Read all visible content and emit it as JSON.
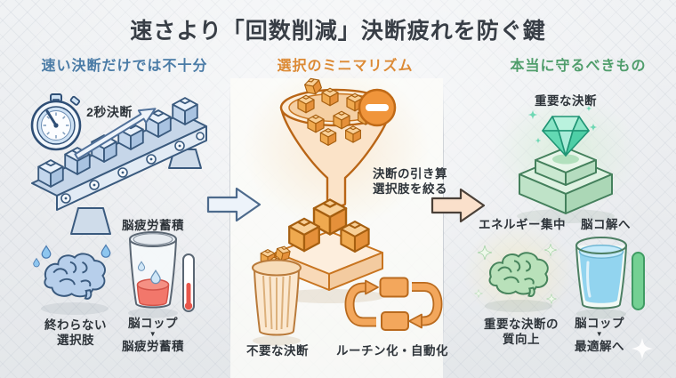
{
  "title": "速さより「回数削減」決断疲れを防ぐ鍵",
  "palette": {
    "background": "#edeff2",
    "title_text": "#383e46",
    "left_accent": "#4a7ba6",
    "middle_accent": "#dc8a35",
    "right_accent": "#4f9d6b",
    "caption_text": "#2e343a",
    "blue_stroke": "#3a5a7e",
    "orange_stroke": "#c8741f",
    "green_stroke": "#44805c",
    "red_liquid": "#f2776b",
    "water_blue": "#92d4ef",
    "gauge_green": "#74d093"
  },
  "columns": {
    "left": {
      "header": "速い決断だけでは不十分",
      "stopwatch_label": "2秒決断",
      "cup_title": "脳疲労蓄積",
      "brain_caption": [
        "終わらない",
        "選択肢"
      ],
      "cup_caption": {
        "top": "脳コップ",
        "arrow": "▼",
        "bottom": "脳疲労蓄積"
      }
    },
    "middle": {
      "header": "選択のミニマリズム",
      "funnel_note": [
        "決断の引き算",
        "選択肢を絞る"
      ],
      "trash_caption": "不要な決断",
      "loop_caption": "ルーチン化・自動化"
    },
    "right": {
      "header": "本当に守るべきもの",
      "diamond_caption": "重要な決断",
      "brain_title": "エネルギー集中",
      "cup_title": "脳コ解へ",
      "brain_caption": [
        "重要な決断の",
        "質向上"
      ],
      "cup_caption": {
        "top": "脳コップ",
        "arrow": "▼",
        "bottom": "最適解へ"
      }
    }
  },
  "icons": [
    "stopwatch-icon",
    "conveyor-belt-icon",
    "speed-arrow-icon",
    "fatigued-brain-icon",
    "brain-cup-red-icon",
    "thermometer-icon",
    "flow-arrow-blue-icon",
    "flow-arrow-orange-icon",
    "funnel-icon",
    "minus-badge-icon",
    "decision-boxes-icon",
    "trash-can-icon",
    "routine-loop-icon",
    "diamond-icon",
    "pedestal-icon",
    "energized-brain-icon",
    "brain-cup-full-icon",
    "gauge-icon",
    "sparkle-icon"
  ]
}
